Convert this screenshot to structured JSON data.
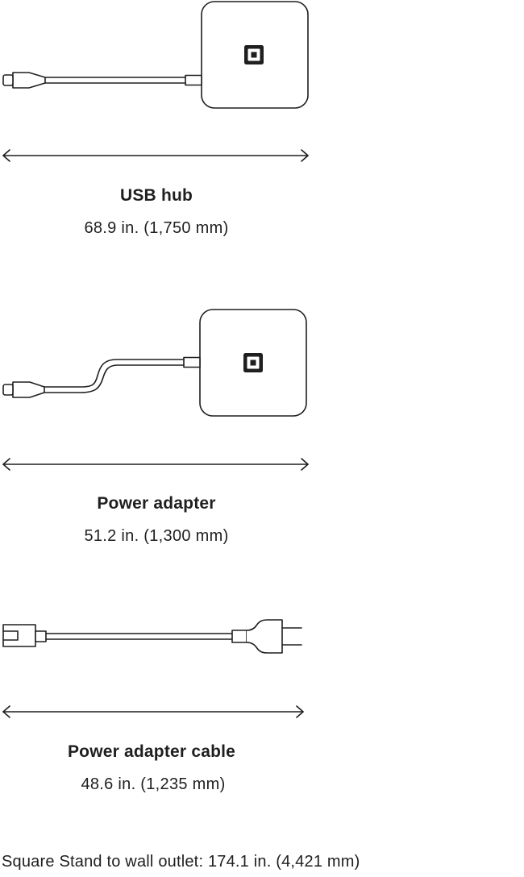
{
  "items": [
    {
      "label": "USB hub",
      "length": "68.9 in. (1,750 mm)"
    },
    {
      "label": "Power adapter",
      "length": "51.2 in. (1,300 mm)"
    },
    {
      "label": "Power adapter cable",
      "length": "48.6 in. (1,235 mm)"
    }
  ],
  "footer": "Square Stand to wall outlet: 174.1 in. (4,421 mm)",
  "colors": {
    "stroke": "#1f1f1f",
    "background": "#ffffff"
  },
  "icons": {
    "logo": "square-logo-icon",
    "connector": "usb-c-plug-icon",
    "plug": "wall-plug-icon"
  }
}
